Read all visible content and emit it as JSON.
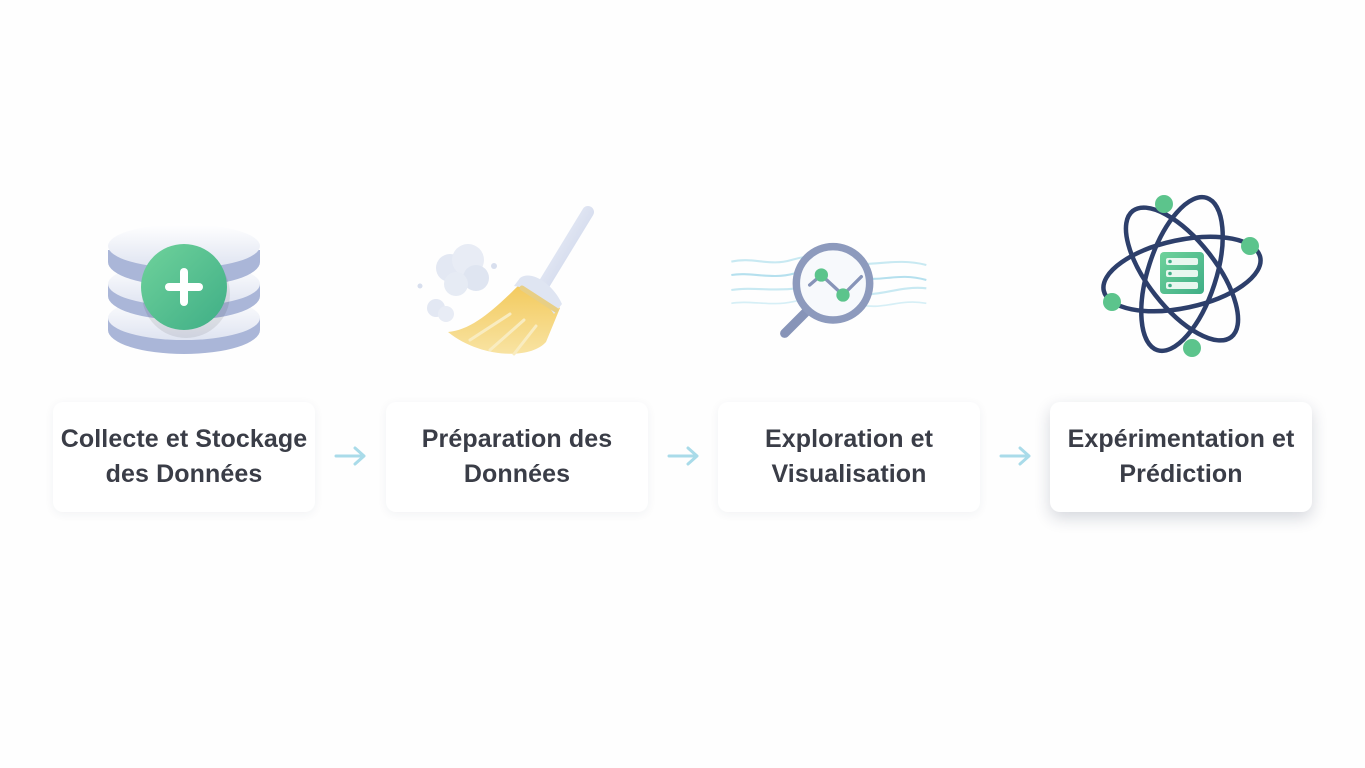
{
  "steps": [
    {
      "line1": "Collecte et Stockage",
      "line2": "des Données",
      "icon": "database-add-icon"
    },
    {
      "line1": "Préparation des",
      "line2": "Données",
      "icon": "broom-icon"
    },
    {
      "line1": "Exploration et",
      "line2": "Visualisation",
      "icon": "magnifier-chart-icon"
    },
    {
      "line1": "Expérimentation et",
      "line2": "Prédiction",
      "icon": "atom-icon"
    }
  ],
  "active_step": 4,
  "colors": {
    "text": "#3a3d47",
    "arrow": "#a9dbe9",
    "green": "#5cc48c",
    "slate": "#8794b8",
    "navy": "#2d3f6b",
    "broom_yellow": "#f5d67a"
  }
}
